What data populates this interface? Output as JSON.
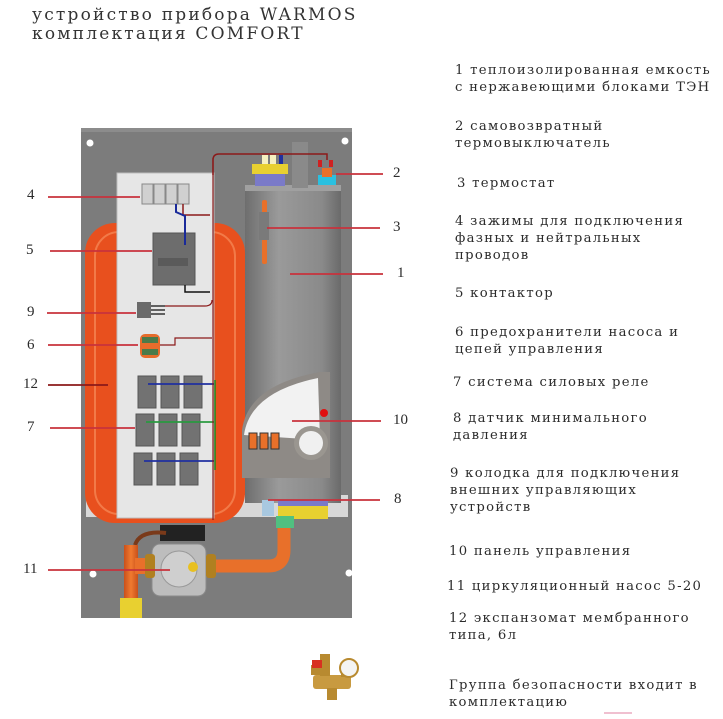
{
  "title": {
    "line1": "устройство прибора WARMOS",
    "line2": "комплектация COMFORT"
  },
  "legend": [
    {
      "number": "1",
      "text": "1 теплоизолированная емкость\nс нержавеющими блоками ТЭН"
    },
    {
      "number": "2",
      "text": "2 самовозвратный\nтермовыключатель"
    },
    {
      "number": "3",
      "text": "3 термостат"
    },
    {
      "number": "4",
      "text": "4 зажимы для подключения\nфазных и нейтральных\nпроводов"
    },
    {
      "number": "5",
      "text": "5 контактор"
    },
    {
      "number": "6",
      "text": "6 предохранители насоса и\nцепей управления"
    },
    {
      "number": "7",
      "text": "7 система силовых реле"
    },
    {
      "number": "8",
      "text": "8 датчик минимального\nдавления"
    },
    {
      "number": "9",
      "text": "9 колодка для подключения\nвнешних управляющих\nустройств"
    },
    {
      "number": "10",
      "text": "10 панель управления"
    },
    {
      "number": "11",
      "text": "11 циркуляционный насос 5-20"
    },
    {
      "number": "12",
      "text": "12 экспанзомат мембранного\nтипа, 6л"
    }
  ],
  "safety_group_note": "Группа безопасности входит в\nкомплектацию",
  "callouts_left": [
    "4",
    "5",
    "9",
    "6",
    "12",
    "7",
    "11"
  ],
  "callouts_right": [
    "2",
    "3",
    "1",
    "10",
    "8"
  ],
  "colors": {
    "panel_gray": "#7a7a7a",
    "expansion_tank": "#e8501e",
    "callout_line": "#c8323c",
    "tank_gray": "#8c8c8c",
    "board_white": "#e4e4e4"
  }
}
